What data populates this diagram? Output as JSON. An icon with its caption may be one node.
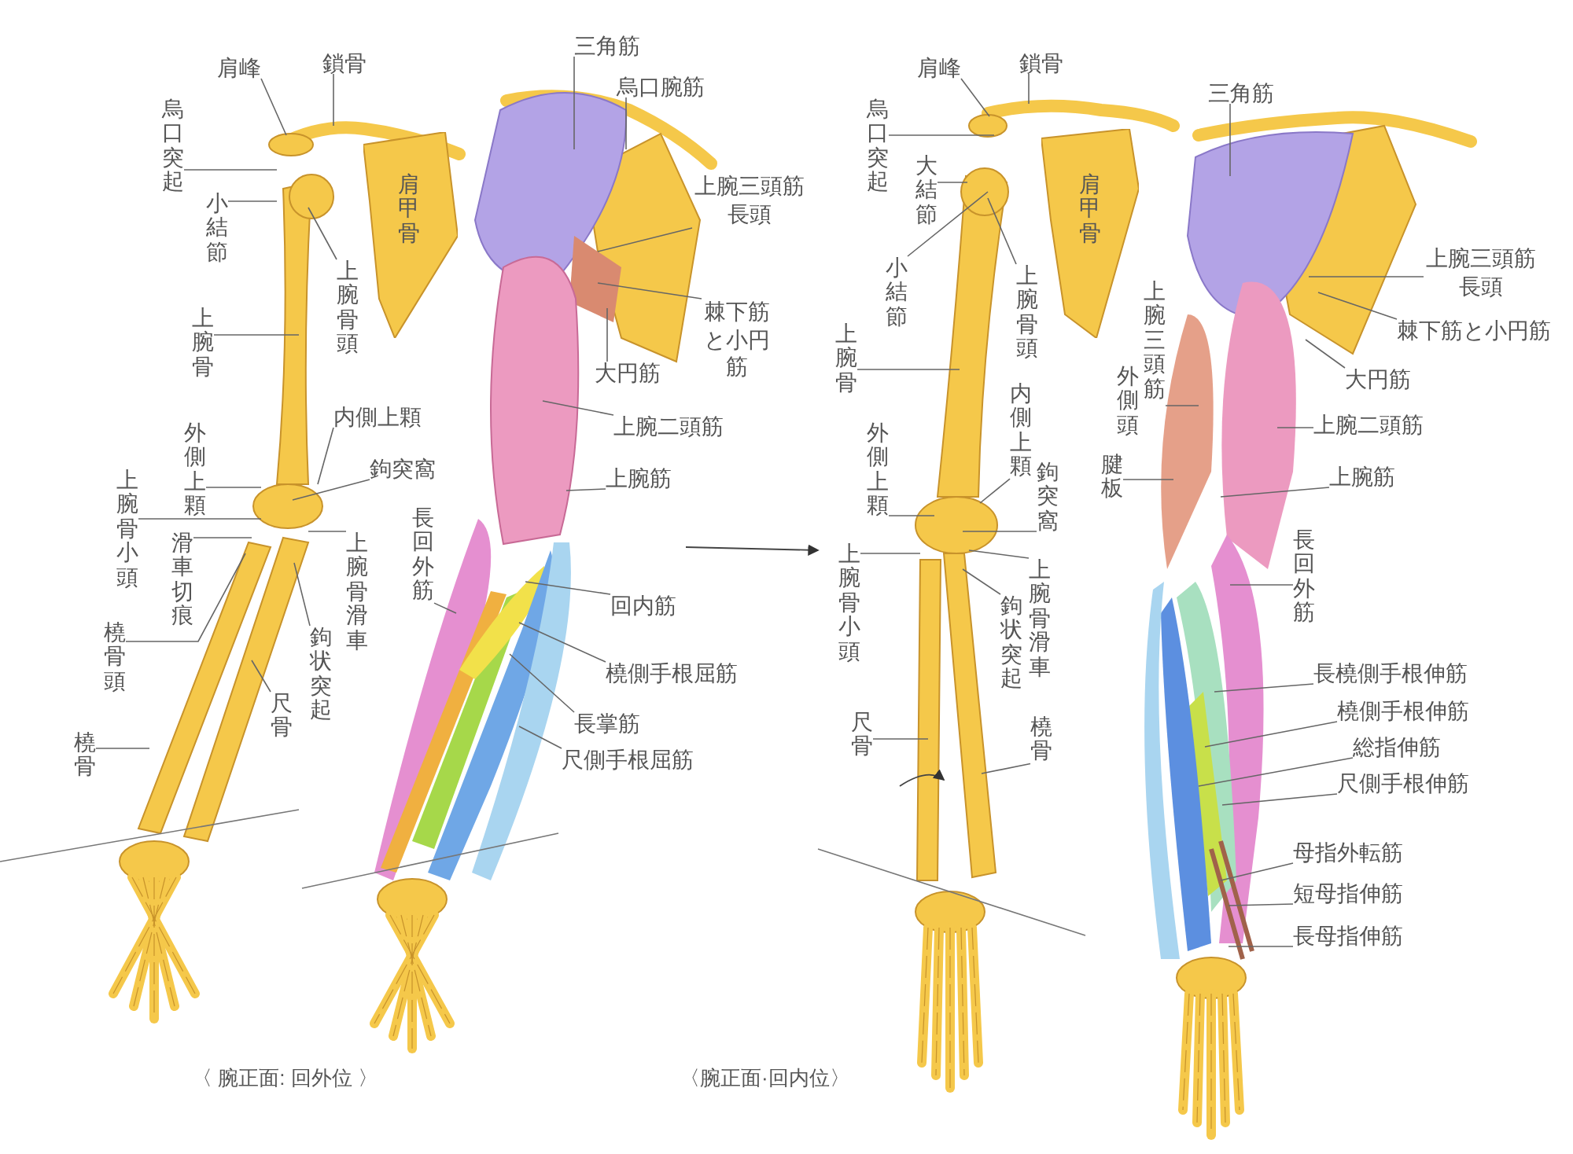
{
  "diagram": {
    "nodes": [
      {
        "text": [
          "肩峰"
        ]
      },
      {
        "text": [
          "鎖骨"
        ]
      },
      {
        "text": [
          "烏口突起"
        ]
      },
      {
        "text": [
          "小結節"
        ]
      },
      {
        "text": [
          "上腕骨頭"
        ]
      },
      {
        "text": [
          "上腕骨"
        ]
      },
      {
        "text": [
          "内側上顆"
        ]
      },
      {
        "text": [
          "外側上顆"
        ]
      },
      {
        "text": [
          "鉤突窩"
        ]
      },
      {
        "text": [
          "上腕骨小頭"
        ]
      },
      {
        "text": [
          "滑車切痕"
        ]
      },
      {
        "text": [
          "上腕骨滑車"
        ]
      },
      {
        "text": [
          "鉤状突起"
        ]
      },
      {
        "text": [
          "橈骨頭"
        ]
      },
      {
        "text": [
          "尺骨"
        ]
      },
      {
        "text": [
          "橈骨"
        ]
      },
      {
        "text": [
          "長回外筋"
        ]
      },
      {
        "text": [
          "三角筋"
        ]
      },
      {
        "text": [
          "烏口腕筋"
        ]
      },
      {
        "text": [
          "上腕三頭筋長頭"
        ]
      },
      {
        "text": [
          "棘下筋と小円筋"
        ]
      },
      {
        "text": [
          "大円筋"
        ]
      },
      {
        "text": [
          "上腕二頭筋"
        ]
      },
      {
        "text": [
          "上腕筋"
        ]
      },
      {
        "text": [
          "回内筋"
        ]
      },
      {
        "text": [
          "橈側手根屈筋"
        ]
      },
      {
        "text": [
          "長掌筋"
        ]
      },
      {
        "text": [
          "尺側手根屈筋"
        ]
      },
      {
        "text": [
          "肩峰"
        ]
      },
      {
        "text": [
          "鎖骨"
        ]
      },
      {
        "text": [
          "烏口突起"
        ]
      },
      {
        "text": [
          "大結節"
        ]
      },
      {
        "text": [
          "小結節"
        ]
      },
      {
        "text": [
          "上腕骨頭"
        ]
      },
      {
        "text": [
          "上腕骨"
        ]
      },
      {
        "text": [
          "内側上顆"
        ]
      },
      {
        "text": [
          "外側上顆"
        ]
      },
      {
        "text": [
          "鉤突窩"
        ]
      },
      {
        "text": [
          "上腕骨小頭"
        ]
      },
      {
        "text": [
          "上腕骨滑車"
        ]
      },
      {
        "text": [
          "鉤状突起"
        ]
      },
      {
        "text": [
          "尺骨"
        ]
      },
      {
        "text": [
          "橈骨"
        ]
      },
      {
        "text": [
          "上腕三頭筋",
          "外側頭"
        ]
      },
      {
        "text": [
          "腱板"
        ]
      },
      {
        "text": [
          "三角筋"
        ]
      },
      {
        "text": [
          "上腕三頭筋長頭"
        ]
      },
      {
        "text": [
          "棘下筋と小円筋"
        ]
      },
      {
        "text": [
          "大円筋"
        ]
      },
      {
        "text": [
          "上腕二頭筋"
        ]
      },
      {
        "text": [
          "上腕筋"
        ]
      },
      {
        "text": [
          "長回外筋"
        ]
      },
      {
        "text": [
          "長橈側手根伸筋"
        ]
      },
      {
        "text": [
          "橈側手根伸筋"
        ]
      },
      {
        "text": [
          "総指伸筋"
        ]
      },
      {
        "text": [
          "尺側手根伸筋"
        ]
      },
      {
        "text": [
          "母指外転筋"
        ]
      },
      {
        "text": [
          "短母指伸筋"
        ]
      },
      {
        "text": [
          "長母指伸筋"
        ]
      },
      {
        "text": [
          "肩甲骨"
        ]
      },
      {
        "text": [
          "肩甲骨"
        ]
      }
    ],
    "edges": [
      {
        "from": 0,
        "to": null,
        "arrow": "none"
      },
      {
        "from": 1,
        "to": null,
        "arrow": "none"
      },
      {
        "from": 2,
        "to": null,
        "arrow": "none"
      },
      {
        "from": 3,
        "to": null,
        "arrow": "none"
      },
      {
        "from": 4,
        "to": null,
        "arrow": "none"
      },
      {
        "from": 5,
        "to": null,
        "arrow": "none"
      },
      {
        "from": 6,
        "to": null,
        "arrow": "none"
      },
      {
        "from": 7,
        "to": null,
        "arrow": "none"
      },
      {
        "from": 8,
        "to": null,
        "arrow": "none"
      },
      {
        "from": 9,
        "to": null,
        "arrow": "none"
      },
      {
        "from": 10,
        "to": null,
        "arrow": "none"
      },
      {
        "from": 11,
        "to": null,
        "arrow": "none"
      },
      {
        "from": 12,
        "to": null,
        "arrow": "none"
      },
      {
        "from": 13,
        "to": null,
        "arrow": "none"
      },
      {
        "from": 14,
        "to": null,
        "arrow": "none"
      },
      {
        "from": 15,
        "to": null,
        "arrow": "none"
      },
      {
        "from": 16,
        "to": null,
        "arrow": "none"
      },
      {
        "from": 17,
        "to": null,
        "arrow": "none"
      },
      {
        "from": 18,
        "to": null,
        "arrow": "none"
      },
      {
        "from": 19,
        "to": null,
        "arrow": "none"
      },
      {
        "from": 20,
        "to": null,
        "arrow": "none"
      },
      {
        "from": 21,
        "to": null,
        "arrow": "none"
      },
      {
        "from": 22,
        "to": null,
        "arrow": "none"
      },
      {
        "from": 23,
        "to": null,
        "arrow": "none"
      },
      {
        "from": 24,
        "to": null,
        "arrow": "none"
      },
      {
        "from": 25,
        "to": null,
        "arrow": "none"
      },
      {
        "from": 26,
        "to": null,
        "arrow": "none"
      },
      {
        "from": 27,
        "to": null,
        "arrow": "none"
      },
      {
        "from": 28,
        "to": null,
        "arrow": "none"
      },
      {
        "from": 29,
        "to": null,
        "arrow": "none"
      },
      {
        "from": 30,
        "to": null,
        "arrow": "none"
      },
      {
        "from": 31,
        "to": null,
        "arrow": "none"
      },
      {
        "from": 32,
        "to": null,
        "arrow": "none"
      },
      {
        "from": 33,
        "to": null,
        "arrow": "none"
      },
      {
        "from": 34,
        "to": null,
        "arrow": "none"
      },
      {
        "from": 35,
        "to": null,
        "arrow": "none"
      },
      {
        "from": 36,
        "to": null,
        "arrow": "none"
      },
      {
        "from": 37,
        "to": null,
        "arrow": "none"
      },
      {
        "from": 38,
        "to": null,
        "arrow": "none"
      },
      {
        "from": 39,
        "to": null,
        "arrow": "none"
      },
      {
        "from": 40,
        "to": null,
        "arrow": "none"
      },
      {
        "from": 41,
        "to": null,
        "arrow": "none"
      },
      {
        "from": 42,
        "to": null,
        "arrow": "none"
      },
      {
        "from": 43,
        "to": null,
        "arrow": "none"
      },
      {
        "from": 44,
        "to": null,
        "arrow": "none"
      },
      {
        "from": 45,
        "to": null,
        "arrow": "none"
      },
      {
        "from": 46,
        "to": null,
        "arrow": "none"
      },
      {
        "from": 47,
        "to": null,
        "arrow": "none"
      },
      {
        "from": 48,
        "to": null,
        "arrow": "none"
      },
      {
        "from": 49,
        "to": null,
        "arrow": "none"
      },
      {
        "from": 50,
        "to": null,
        "arrow": "none"
      },
      {
        "from": 51,
        "to": null,
        "arrow": "none"
      },
      {
        "from": 52,
        "to": null,
        "arrow": "none"
      },
      {
        "from": 53,
        "to": null,
        "arrow": "none"
      },
      {
        "from": 54,
        "to": null,
        "arrow": "none"
      },
      {
        "from": 55,
        "to": null,
        "arrow": "none"
      },
      {
        "from": 56,
        "to": null,
        "arrow": "none"
      },
      {
        "from": 57,
        "to": null,
        "arrow": "none"
      },
      {
        "from": 58,
        "to": null,
        "arrow": "none"
      }
    ],
    "labels": [
      "〈 腕正面: 回外位 〉",
      "〈腕正面·回内位〉"
    ]
  }
}
